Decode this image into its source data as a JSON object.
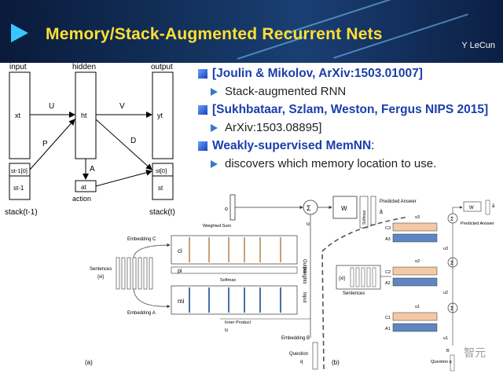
{
  "header": {
    "title": "Memory/Stack-Augmented Recurrent Nets",
    "author": "Y LeCun"
  },
  "bullets": [
    {
      "text": "[Joulin & Mikolov, ArXiv:1503.01007]",
      "sub": "Stack-augmented RNN"
    },
    {
      "text": "[Sukhbataar, Szlam, Weston, Fergus NIPS 2015]",
      "sub": " ArXiv:1503.08895]"
    },
    {
      "text": "Weakly-supervised MemNN",
      "suffix": ":",
      "sub": "discovers which memory location to use."
    }
  ],
  "stack_diagram": {
    "input_label": "input",
    "hidden_label": "hidden",
    "output_label": "output",
    "x_label": "xt",
    "h_label": "ht",
    "y_label": "yt",
    "U": "U",
    "V": "V",
    "P": "P",
    "D": "D",
    "A": "A",
    "prev_top": "st-1[0]",
    "prev_rest": "st-1",
    "a_label": "at",
    "action_label": "action",
    "cur_top": "st[0]",
    "cur_rest": "st",
    "stack_prev": "stack(t-1)",
    "stack_cur": "stack(t)"
  },
  "memnn_diagram": {
    "o": "o",
    "sigma": "Σ",
    "W": "W",
    "softmax": "Softmax",
    "predicted_answer": "Predicted Answer",
    "a_hat": "â",
    "u": "u",
    "weighted_sum": "Weighted Sum",
    "embedding_c": "Embedding C",
    "c_i": "ci",
    "output": "Output",
    "p_i": "pi",
    "weights": "Weights",
    "softmax_mid": "Softmax",
    "sentences": "Sentences",
    "xi": "{xi}",
    "m_i": "mi",
    "input": "Input",
    "embedding_a": "Embedding A",
    "inner_product": "Inner Product",
    "embedding_b": "Embedding B",
    "question": "Question",
    "q": "q",
    "label_a": "(a)",
    "label_b": "(b)",
    "right_sentences": "Sentences",
    "right_xi": "{xi}",
    "right_predicted": "Predicted Answer",
    "right_W": "W",
    "right_a_hat": "â",
    "o3": "o3",
    "o2": "o2",
    "o1": "o1",
    "u3": "u3",
    "u2": "u2",
    "u1": "u1",
    "C3": "C3",
    "C2": "C2",
    "C1": "C1",
    "A3": "A3",
    "A2": "A2",
    "A1": "A1",
    "B": "B",
    "q_label": "Question q",
    "watermark": "智元"
  },
  "colors": {
    "title": "#ffe033",
    "bullet_text": "#1a3faa",
    "memory_orange": "#f3c9a6",
    "memory_blue": "#5f86c3"
  }
}
